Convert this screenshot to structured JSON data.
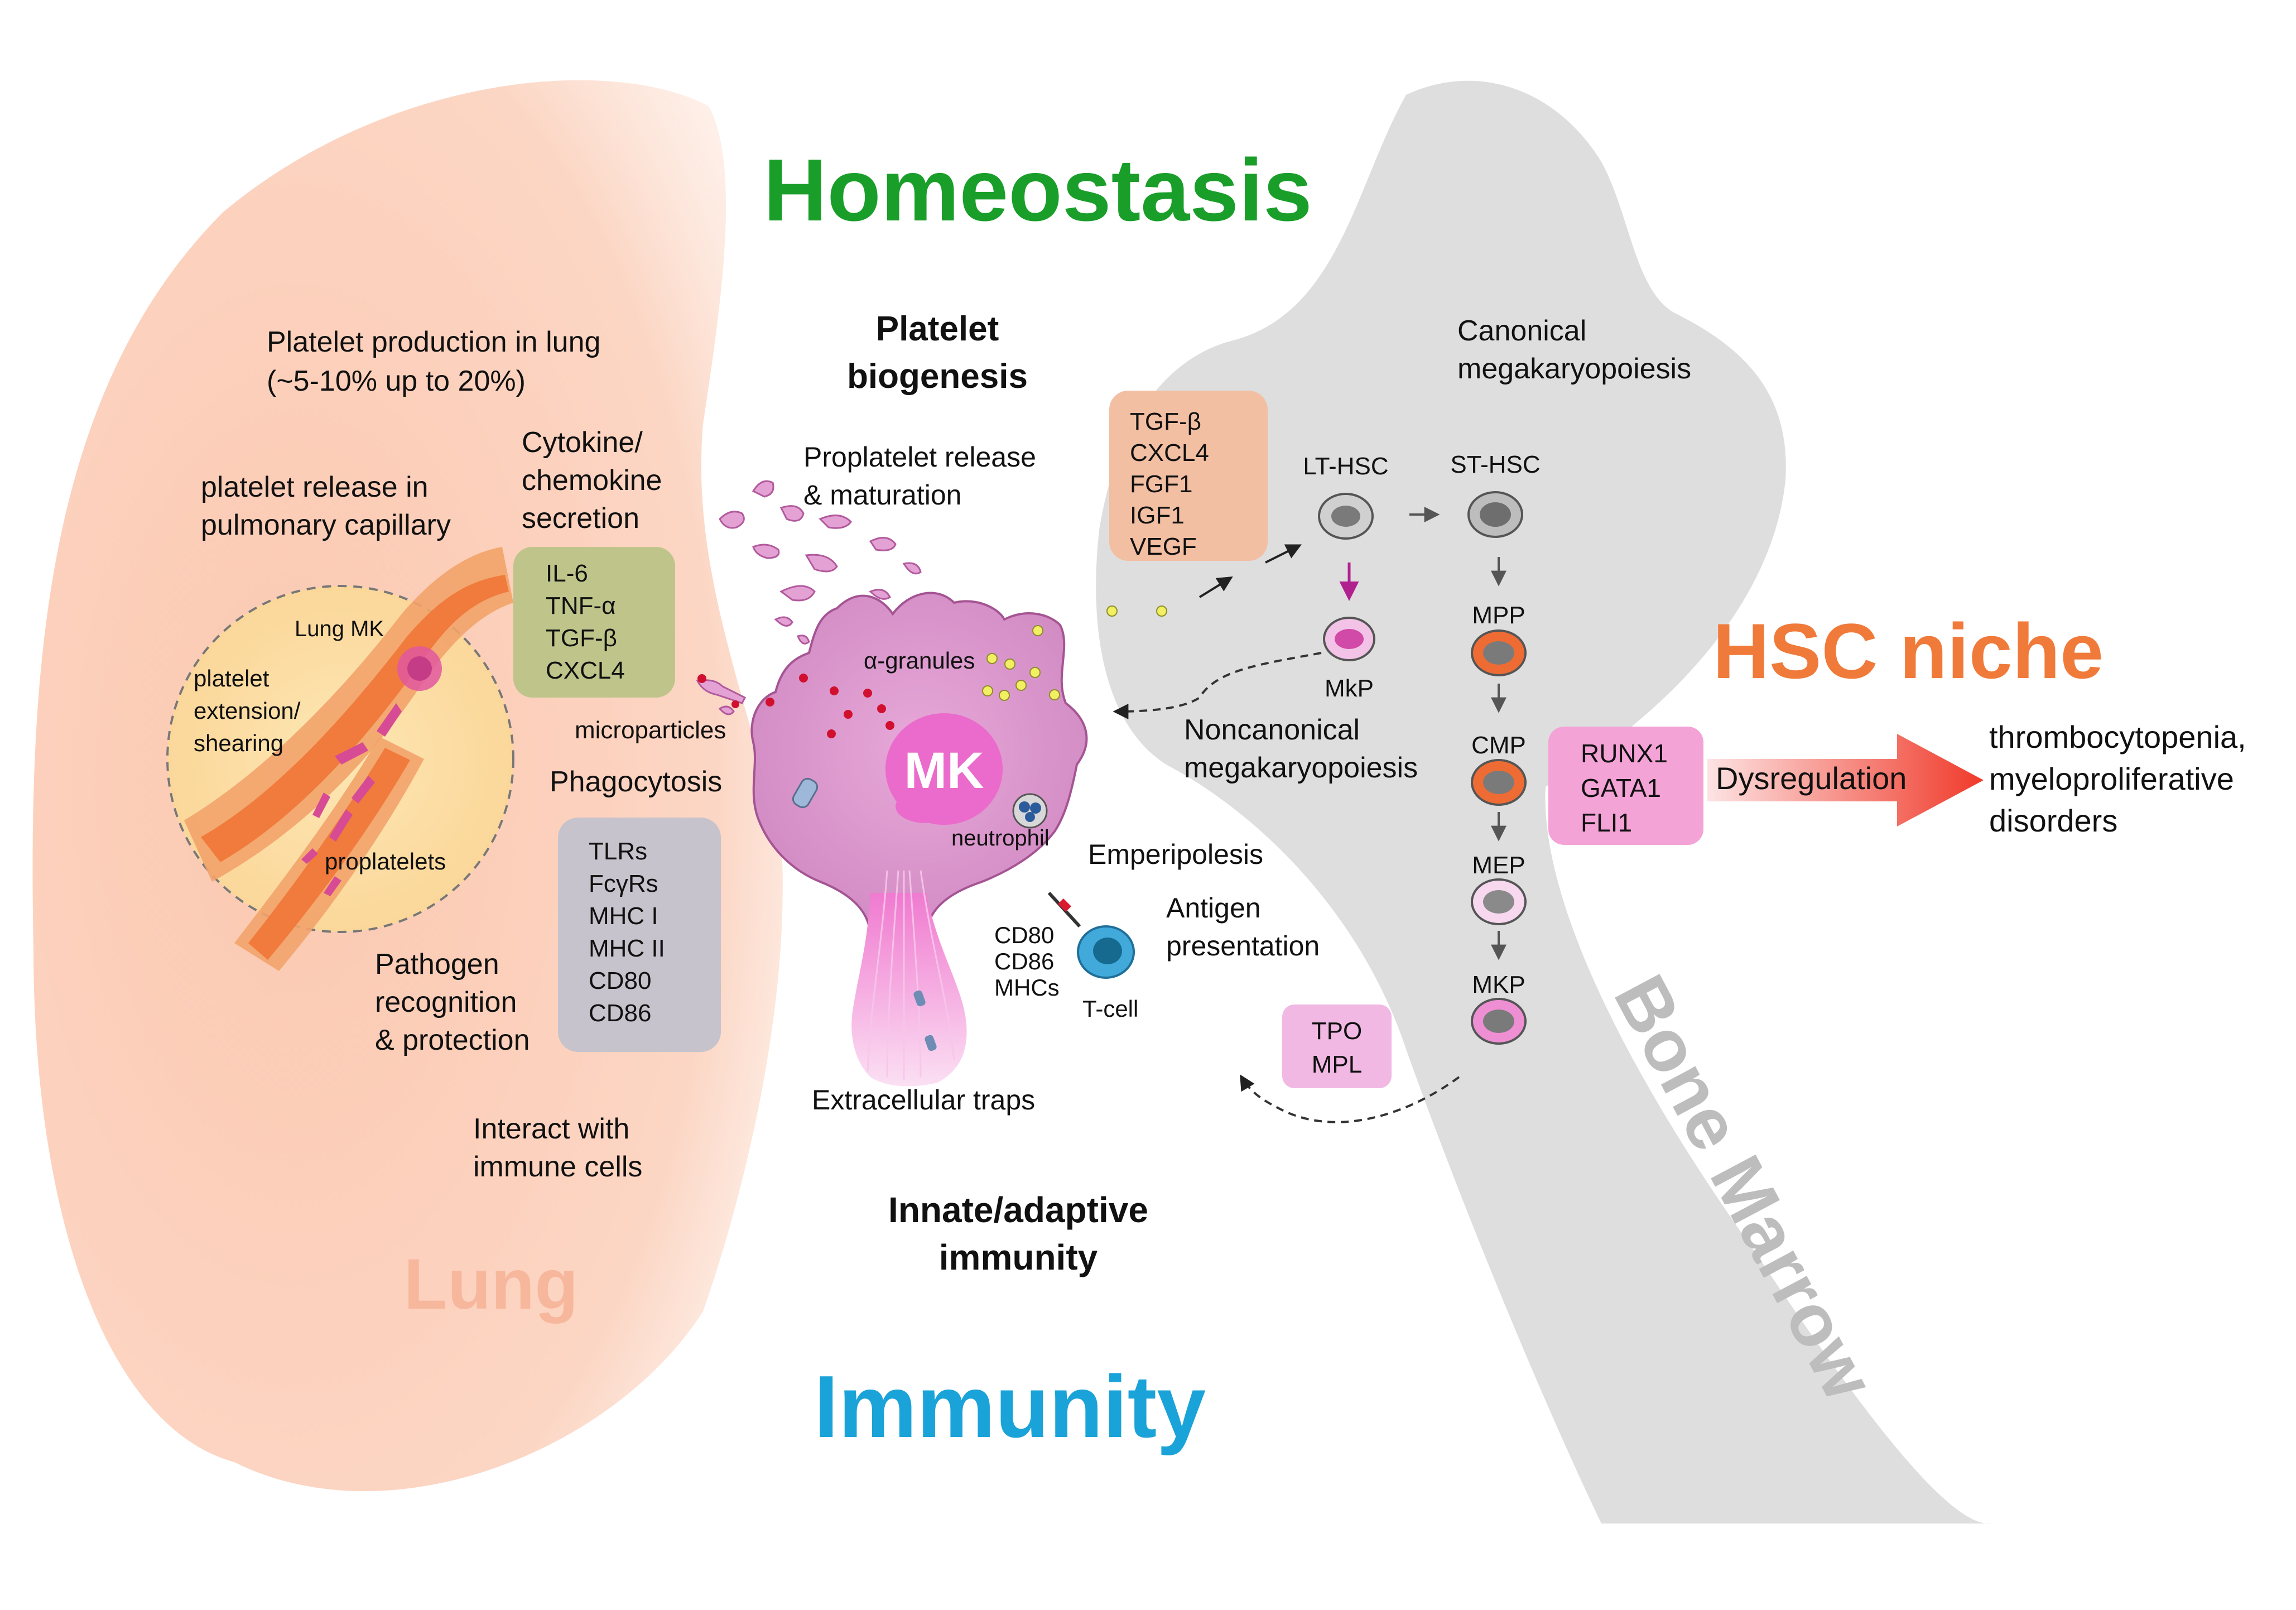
{
  "titles": {
    "homeostasis": "Homeostasis",
    "immunity": "Immunity",
    "hsc_niche": "HSC niche",
    "lung": "Lung",
    "bone_marrow": "Bone Marrow"
  },
  "colors": {
    "homeostasis": "#1a9e2a",
    "immunity": "#1aa3d8",
    "hsc_niche": "#f07a3a",
    "lung_region": "#fcd3c0",
    "bone_marrow_region": "#dcdcdc",
    "mk_cell": "#d98fc8",
    "cytokine_box": "#bfc58a",
    "receptor_box": "#c6c3cc",
    "growth_factor_box": "#f2bfa3",
    "runx_box": "#f4a3d6",
    "tpo_box": "#f1b8e3"
  },
  "lung": {
    "production_line1": "Platelet production in lung",
    "production_line2": "(~5-10% up to 20%)",
    "release_line1": "platelet release in",
    "release_line2": "pulmonary capillary",
    "cytokine_title_line1": "Cytokine/",
    "cytokine_title_line2": "chemokine",
    "cytokine_title_line3": "secretion",
    "cytokines": [
      "IL-6",
      "TNF-α",
      "TGF-β",
      "CXCL4"
    ],
    "microparticles": "microparticles",
    "phagocytosis": "Phagocytosis",
    "receptors": [
      "TLRs",
      "FcγRs",
      "MHC I",
      "MHC II",
      "CD80",
      "CD86"
    ],
    "pathogen_line1": "Pathogen",
    "pathogen_line2": "recognition",
    "pathogen_line3": "& protection",
    "interact_line1": "Interact with",
    "interact_line2": "immune cells",
    "inset": {
      "lung_mk": "Lung MK",
      "ext_line1": "platelet",
      "ext_line2": "extension/",
      "ext_line3": "shearing",
      "proplatelets": "proplatelets"
    }
  },
  "center": {
    "biogenesis_line1": "Platelet",
    "biogenesis_line2": "biogenesis",
    "release_line1": "Proplatelet release",
    "release_line2": "& maturation",
    "alpha_granules": "α-granules",
    "mk": "MK",
    "neutrophil": "neutrophil",
    "emperipolesis": "Emperipolesis",
    "antigen_line1": "Antigen",
    "antigen_line2": "presentation",
    "cd_markers": [
      "CD80",
      "CD86",
      "MHCs"
    ],
    "tcell": "T-cell",
    "traps": "Extracellular traps",
    "immunity_line1": "Innate/adaptive",
    "immunity_line2": "immunity"
  },
  "marrow": {
    "canonical_line1": "Canonical",
    "canonical_line2": "megakaryopoiesis",
    "growth_factors": [
      "TGF-β",
      "CXCL4",
      "FGF1",
      "IGF1",
      "VEGF"
    ],
    "cells": {
      "lt_hsc": "LT-HSC",
      "st_hsc": "ST-HSC",
      "mpp": "MPP",
      "cmp": "CMP",
      "mep": "MEP",
      "mkp_upper": "MKP",
      "mkp_lower": "MkP"
    },
    "noncanonical_line1": "Noncanonical",
    "noncanonical_line2": "megakaryopoiesis",
    "transcription_factors": [
      "RUNX1",
      "GATA1",
      "FLI1"
    ],
    "dysregulation": "Dysregulation",
    "outcome_line1": "thrombocytopenia,",
    "outcome_line2": "myeloproliferative",
    "outcome_line3": "disorders",
    "tpo": [
      "TPO",
      "MPL"
    ]
  }
}
